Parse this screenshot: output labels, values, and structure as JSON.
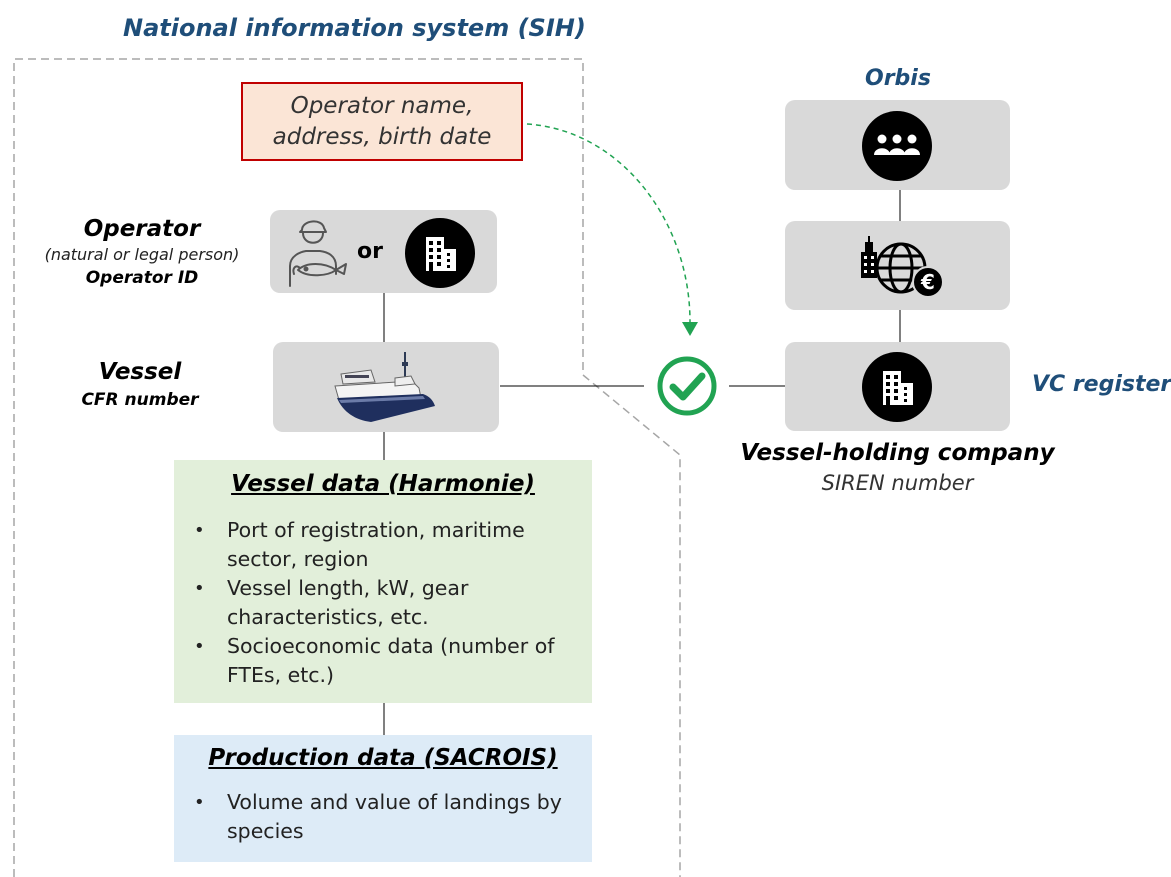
{
  "sih_title": "National information system (SIH)",
  "operator_info_box": {
    "line1": "Operator name,",
    "line2": "address, birth date"
  },
  "operator": {
    "title": "Operator",
    "subtitle": "(natural or legal person)",
    "id_label": "Operator ID",
    "or_label": "or"
  },
  "vessel": {
    "title": "Vessel",
    "id_label": "CFR number"
  },
  "vessel_data": {
    "title": "Vessel data (Harmonie)",
    "items": [
      {
        "line1": "Port of registration, maritime",
        "line2": "sector, region"
      },
      {
        "line1": "Vessel length, kW, gear",
        "line2": "characteristics, etc."
      },
      {
        "line1": "Socioeconomic data (number of",
        "line2": "FTEs, etc.)"
      }
    ]
  },
  "production_data": {
    "title": "Production data (SACROIS)",
    "items": [
      {
        "line1": "Volume and value of landings by",
        "line2": "species"
      }
    ]
  },
  "orbis_title": "Orbis",
  "vc_register_label": "VC register",
  "company": {
    "title": "Vessel-holding company",
    "id_label": "SIREN number"
  },
  "icons": {
    "people": "group-people-icon",
    "fisherman": "fisherman-icon",
    "building": "office-building-icon",
    "global_finance": "global-finance-icon",
    "vessel": "fishing-vessel-icon",
    "check": "check-circle-icon"
  },
  "colors": {
    "title_blue": "#1f4e79",
    "green_box": "#e2efda",
    "blue_box": "#ddebf7",
    "peach_box": "#fbe5d6",
    "red_border": "#c00000",
    "grey_box": "#d9d9d9",
    "check_green": "#21a352"
  }
}
